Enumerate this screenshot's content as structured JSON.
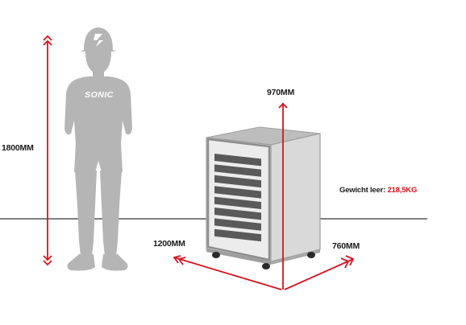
{
  "labels": {
    "person_height": "1800MM",
    "cabinet_height": "970MM",
    "cabinet_width": "1200MM",
    "cabinet_depth": "760MM",
    "weight_label": "Gewicht leer:",
    "weight_value": "218,5KG"
  },
  "person_logo_text": "SONIC",
  "drawer_count": 8,
  "colors": {
    "dimension_red": "#d7141e",
    "silhouette_gray": "#b5b5b5",
    "cabinet_gray": "#9e9e9e",
    "drawer_dark": "#5a5a5a",
    "floor_line": "#333333"
  }
}
